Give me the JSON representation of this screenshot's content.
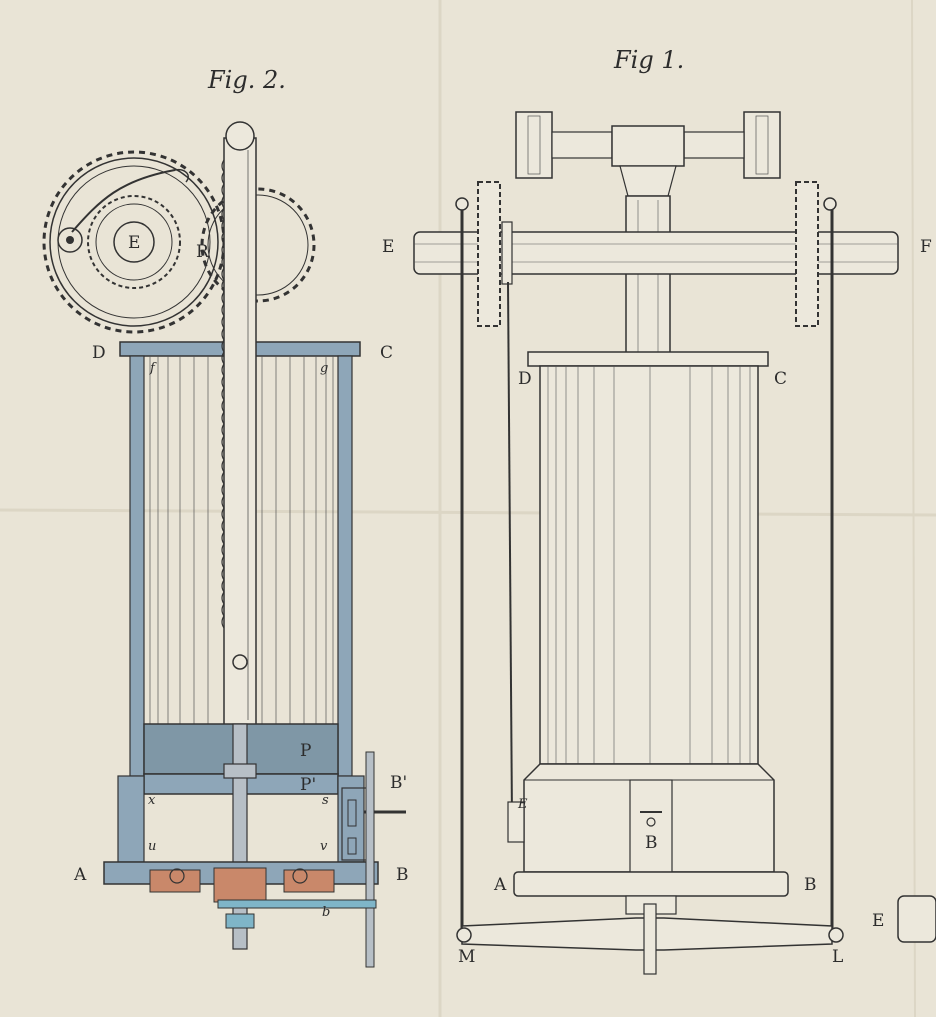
{
  "figure_2": {
    "title": "Fig. 2.",
    "labels": {
      "E": "E",
      "R": "R",
      "D": "D",
      "C": "C",
      "A": "A",
      "B": "B",
      "B_prime": "B'",
      "P": "P",
      "P_prime": "P'",
      "g": "g",
      "f": "f",
      "x": "x",
      "s": "s",
      "u": "u",
      "v": "v",
      "b": "b"
    }
  },
  "figure_1": {
    "title": "Fig 1.",
    "labels": {
      "E": "E",
      "F": "F",
      "D": "D",
      "C": "C",
      "A": "A",
      "B": "B",
      "B_valve": "B",
      "E_small": "E",
      "M": "M",
      "L": "L",
      "E_edge": "E"
    }
  },
  "colors": {
    "paper": "#e9e4d6",
    "ink": "#2c2c2c",
    "steel_blue": "#8ea6b8",
    "piston_blue": "#7f97a6",
    "copper": "#c9886a",
    "water_blue": "#7fb5c8"
  }
}
